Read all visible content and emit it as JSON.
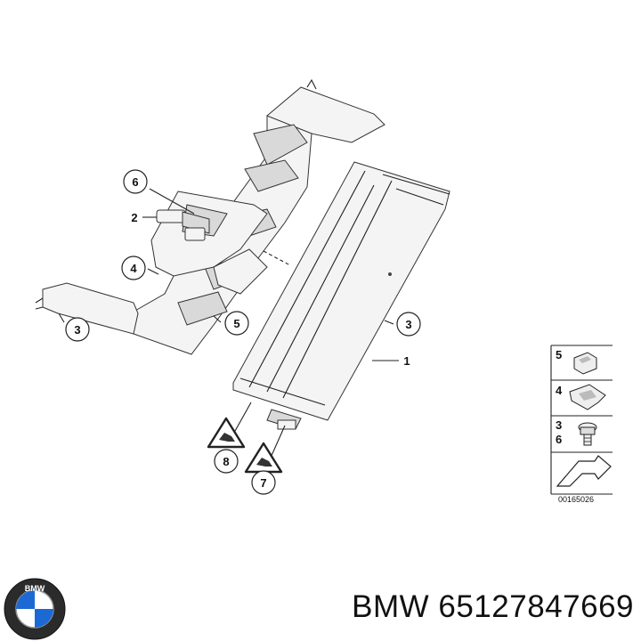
{
  "callouts": {
    "c6": "6",
    "c2": "2",
    "c4": "4",
    "c3_left": "3",
    "c5": "5",
    "c3_right": "3",
    "c1": "1",
    "c8": "8",
    "c7": "7"
  },
  "legend": {
    "item5": "5",
    "item4": "4",
    "item36_a": "3",
    "item36_b": "6",
    "diagram_code": "00165026"
  },
  "caption": {
    "brand": "BMW",
    "part_number": "65127847669"
  },
  "logo": {
    "text": "BMW"
  }
}
